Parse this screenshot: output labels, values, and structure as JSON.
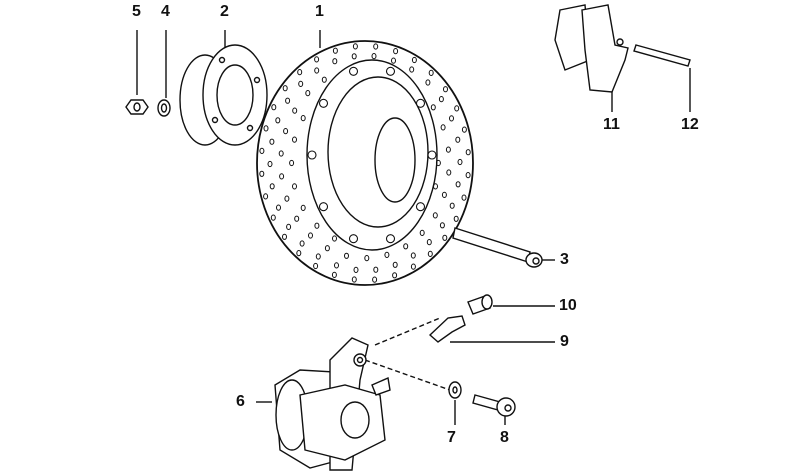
{
  "diagram": {
    "title_hidden": null,
    "callouts": [
      {
        "id": "5",
        "part": "nut"
      },
      {
        "id": "4",
        "part": "washer"
      },
      {
        "id": "2",
        "part": "spacer-ring"
      },
      {
        "id": "1",
        "part": "brake-disc"
      },
      {
        "id": "11",
        "part": "brake-pads"
      },
      {
        "id": "12",
        "part": "pin"
      },
      {
        "id": "3",
        "part": "bolt"
      },
      {
        "id": "10",
        "part": "bleeder-cap"
      },
      {
        "id": "9",
        "part": "bleeder-valve"
      },
      {
        "id": "6",
        "part": "brake-caliper"
      },
      {
        "id": "7",
        "part": "washer"
      },
      {
        "id": "8",
        "part": "screw"
      }
    ]
  }
}
